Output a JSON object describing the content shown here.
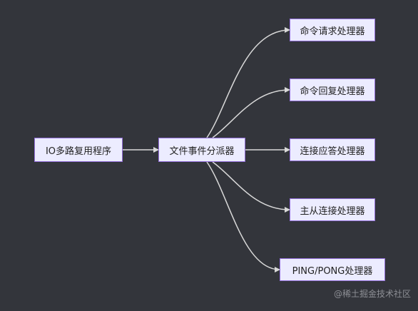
{
  "nodes": {
    "io": "IO多路复用程序",
    "dispatcher": "文件事件分派器",
    "cmd_request": "命令请求处理器",
    "cmd_reply": "命令回复处理器",
    "conn_accept": "连接应答处理器",
    "master_slave": "主从连接处理器",
    "ping_pong": "PING/PONG处理器"
  },
  "watermark": "@稀土掘金技术社区",
  "colors": {
    "background": "#33353b",
    "node_fill": "#ececff",
    "node_border": "#9370db",
    "edge": "#d9d9d9",
    "text": "#222222"
  }
}
